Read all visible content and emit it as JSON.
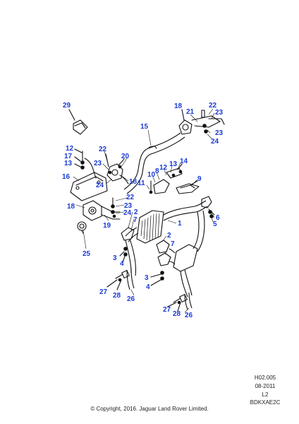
{
  "callouts": [
    {
      "id": "c29",
      "label": "29"
    },
    {
      "id": "c18a",
      "label": "18"
    },
    {
      "id": "c22a",
      "label": "22"
    },
    {
      "id": "c21",
      "label": "21"
    },
    {
      "id": "c23a",
      "label": "23"
    },
    {
      "id": "c23b",
      "label": "23"
    },
    {
      "id": "c24a",
      "label": "24"
    },
    {
      "id": "c15",
      "label": "15"
    },
    {
      "id": "c12a",
      "label": "12"
    },
    {
      "id": "c17",
      "label": "17"
    },
    {
      "id": "c13a",
      "label": "13"
    },
    {
      "id": "c22b",
      "label": "22"
    },
    {
      "id": "c20",
      "label": "20"
    },
    {
      "id": "c23c",
      "label": "23"
    },
    {
      "id": "c14",
      "label": "14"
    },
    {
      "id": "c13b",
      "label": "13"
    },
    {
      "id": "c12b",
      "label": "12"
    },
    {
      "id": "c8",
      "label": "8"
    },
    {
      "id": "c10",
      "label": "10"
    },
    {
      "id": "c16",
      "label": "16"
    },
    {
      "id": "c24b",
      "label": "24"
    },
    {
      "id": "c18b",
      "label": "18"
    },
    {
      "id": "c11",
      "label": "11"
    },
    {
      "id": "c9",
      "label": "9"
    },
    {
      "id": "c22c",
      "label": "22"
    },
    {
      "id": "c18c",
      "label": "18"
    },
    {
      "id": "c23d",
      "label": "23"
    },
    {
      "id": "c24c",
      "label": "24"
    },
    {
      "id": "c2a",
      "label": "2"
    },
    {
      "id": "c7a",
      "label": "7"
    },
    {
      "id": "c6",
      "label": "6"
    },
    {
      "id": "c19",
      "label": "19"
    },
    {
      "id": "c1",
      "label": "1"
    },
    {
      "id": "c5",
      "label": "5"
    },
    {
      "id": "c25",
      "label": "25"
    },
    {
      "id": "c2b",
      "label": "2"
    },
    {
      "id": "c7b",
      "label": "7"
    },
    {
      "id": "c3a",
      "label": "3"
    },
    {
      "id": "c4a",
      "label": "4"
    },
    {
      "id": "c3b",
      "label": "3"
    },
    {
      "id": "c4b",
      "label": "4"
    },
    {
      "id": "c27a",
      "label": "27"
    },
    {
      "id": "c28a",
      "label": "28"
    },
    {
      "id": "c26a",
      "label": "26"
    },
    {
      "id": "c27b",
      "label": "27"
    },
    {
      "id": "c28b",
      "label": "28"
    },
    {
      "id": "c26b",
      "label": "26"
    }
  ],
  "meta": {
    "ref": "H02.005",
    "date": "08-2011",
    "level": "L2",
    "code": "BDKXAE2C"
  },
  "copyright": "© Copyright, 2016. Jaguar Land Rover Limited.",
  "colors": {
    "callout": "#1a3ad6",
    "line": "#111111",
    "background": "#ffffff"
  }
}
